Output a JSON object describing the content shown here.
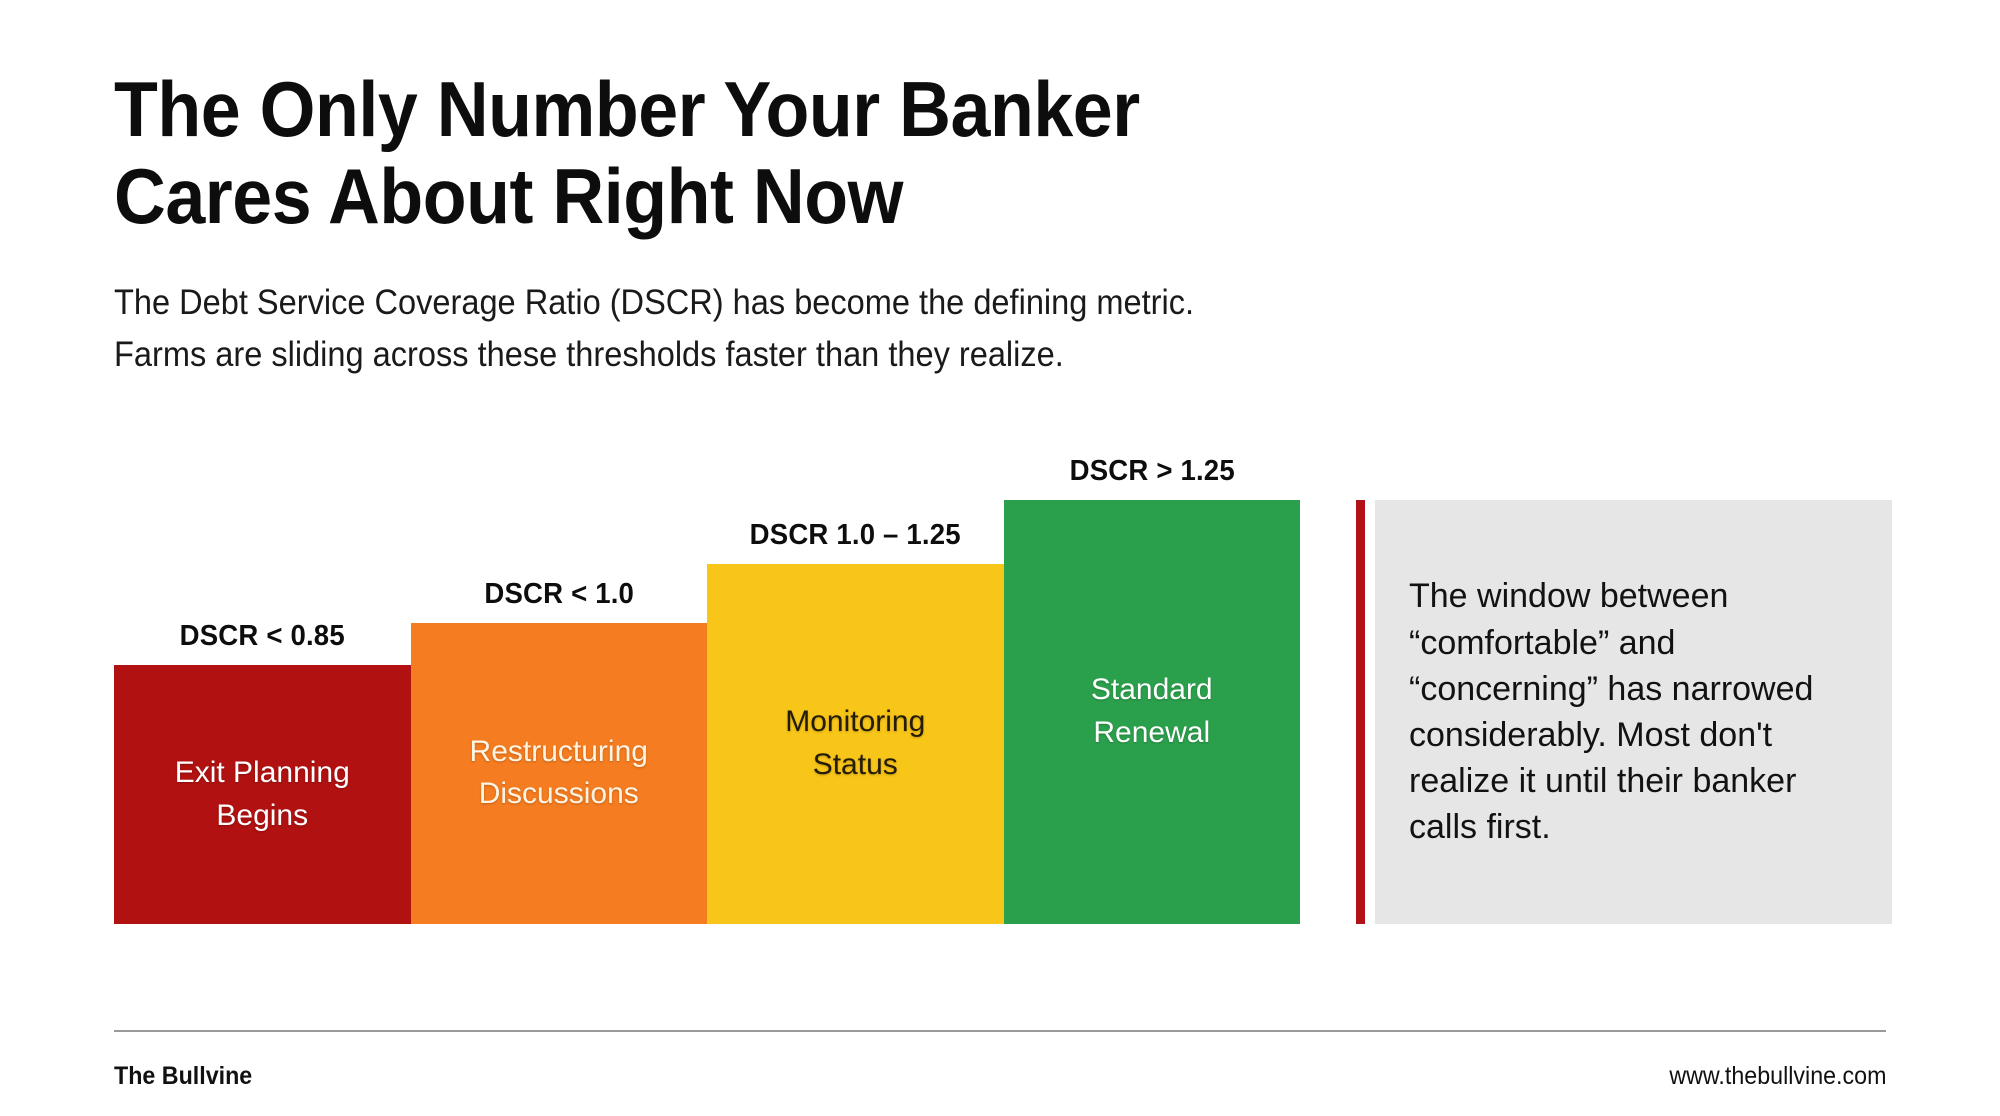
{
  "header": {
    "title": "The Only Number Your Banker\nCares About Right Now",
    "subtitle": "The Debt Service Coverage Ratio (DSCR) has become the defining metric.\nFarms are sliding across these thresholds faster than they realize."
  },
  "callout": {
    "text": "The window between “comfortable” and “concerning” has narrowed considerably. Most don't realize it until their banker calls first.",
    "accent_color": "#B11117",
    "background_color": "#E6E6E6"
  },
  "footer": {
    "brand": "The Bullvine",
    "url": "www.thebullvine.com"
  },
  "chart_data": {
    "type": "bar",
    "title": "The Only Number Your Banker Cares About Right Now",
    "subtitle": "The Debt Service Coverage Ratio (DSCR) has become the defining metric. Farms are sliding across these thresholds faster than they realize.",
    "xlabel": "",
    "ylabel": "",
    "grid": false,
    "legend": "none",
    "ylim": [
      0,
      100
    ],
    "categories": [
      "DSCR < 0.85",
      "DSCR < 1.0",
      "DSCR 1.0 – 1.25",
      "DSCR > 1.25"
    ],
    "values": [
      61,
      71,
      85,
      100
    ],
    "bars": [
      {
        "threshold": "DSCR < 0.85",
        "status": "Exit Planning\nBegins",
        "value": 61,
        "color": "#B11111",
        "text_color": "#ffffff"
      },
      {
        "threshold": "DSCR < 1.0",
        "status": "Restructuring\nDiscussions",
        "value": 71,
        "color": "#F57C20",
        "text_color": "#fdf4e3"
      },
      {
        "threshold": "DSCR 1.0 – 1.25",
        "status": "Monitoring\nStatus",
        "value": 85,
        "color": "#F8C519",
        "text_color": "#241c05"
      },
      {
        "threshold": "DSCR > 1.25",
        "status": "Standard\nRenewal",
        "value": 100,
        "color": "#2BA04C",
        "text_color": "#ffffff"
      }
    ]
  }
}
